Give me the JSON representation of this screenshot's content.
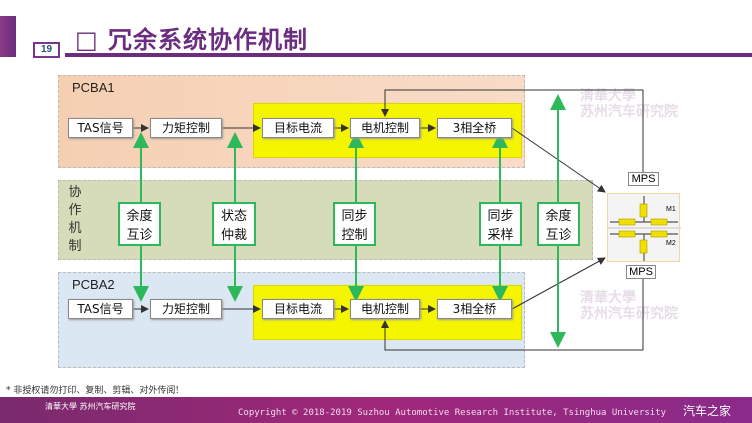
{
  "header": {
    "page_number": "19",
    "title": "□ 冗余系统协作机制"
  },
  "pcba1": {
    "label": "PCBA1",
    "blocks": [
      "TAS信号",
      "力矩控制",
      "目标电流",
      "电机控制",
      "3相全桥"
    ]
  },
  "coop": {
    "label": "协作机制",
    "items": [
      "余度互诊",
      "状态仲裁",
      "同步控制",
      "同步采样",
      "余度互诊"
    ]
  },
  "pcba2": {
    "label": "PCBA2",
    "blocks": [
      "TAS信号",
      "力矩控制",
      "目标电流",
      "电机控制",
      "3相全桥"
    ]
  },
  "motor": {
    "mps_top": "MPS",
    "mps_bottom": "MPS",
    "m1": "M1",
    "m2": "M2"
  },
  "watermark": {
    "line1": "清華大學",
    "line2": "苏州汽车研究院"
  },
  "note": "* 非授权请勿打印、复制、剪辑、对外传阅!",
  "footer": {
    "logo": "清華大學 苏州汽车研究院",
    "copyright": "Copyright © 2018-2019 Suzhou Automotive Research Institute, Tsinghua University",
    "site": "汽车之家"
  },
  "colors": {
    "accent": "#6b2d7f",
    "green": "#2eb85c",
    "yellow": "#f5f500"
  }
}
